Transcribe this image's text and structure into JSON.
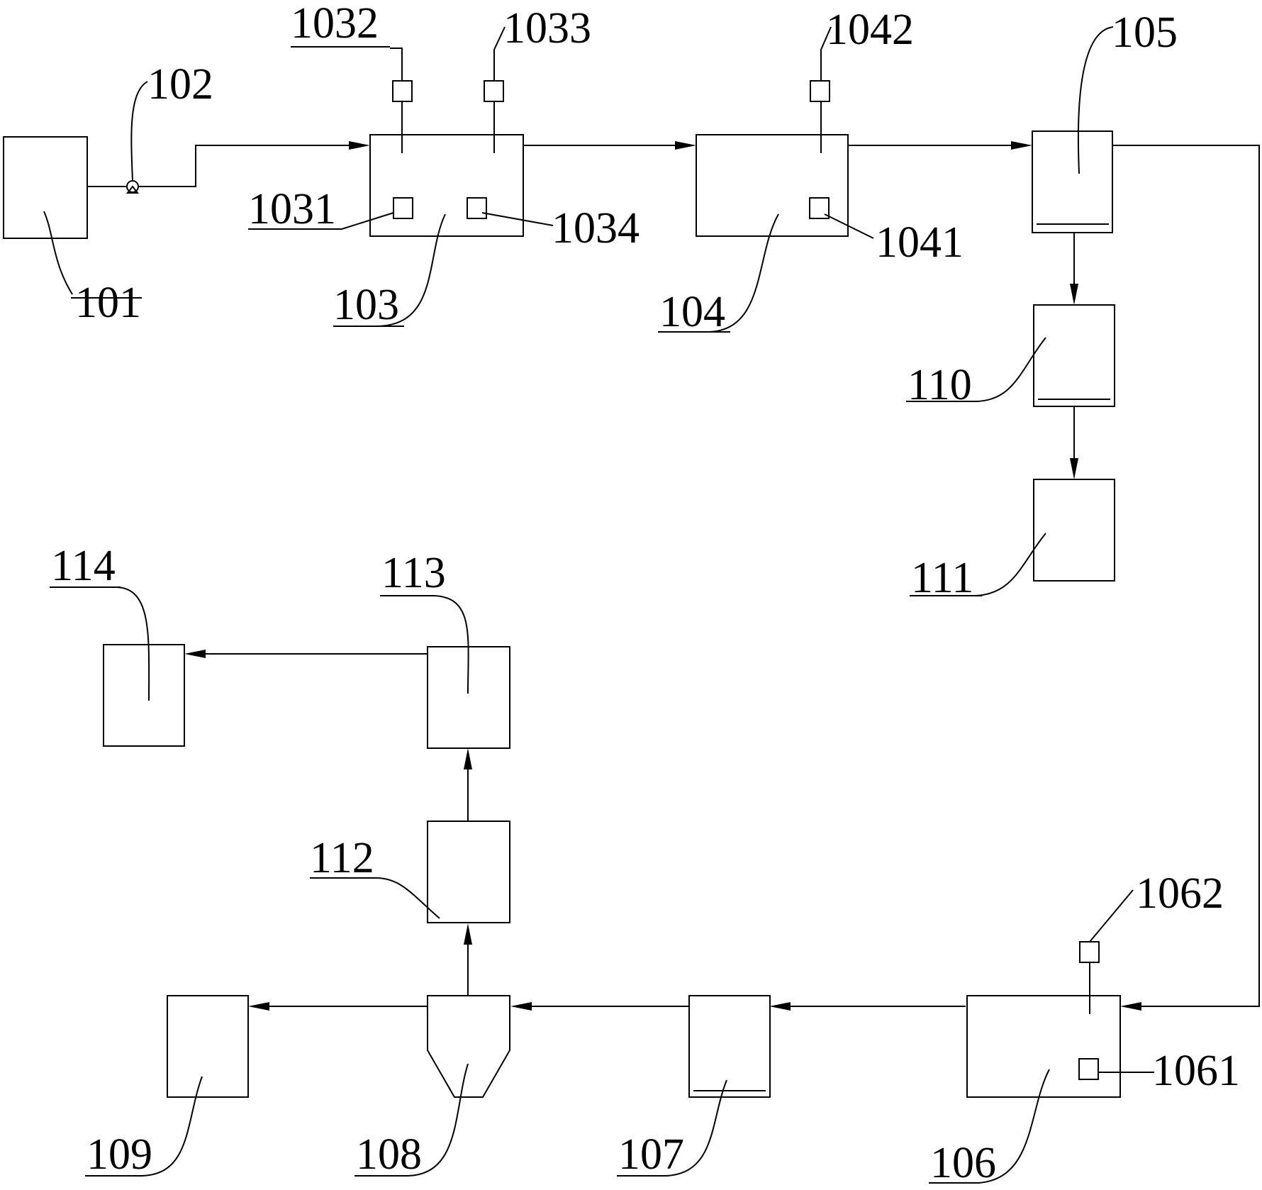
{
  "labels": {
    "n101": "101",
    "n102": "102",
    "n103": "103",
    "n1031": "1031",
    "n1032": "1032",
    "n1033": "1033",
    "n1034": "1034",
    "n104": "104",
    "n1041": "1041",
    "n1042": "1042",
    "n105": "105",
    "n106": "106",
    "n1061": "1061",
    "n1062": "1062",
    "n107": "107",
    "n108": "108",
    "n109": "109",
    "n110": "110",
    "n111": "111",
    "n112": "112",
    "n113": "113",
    "n114": "114"
  },
  "colors": {
    "stroke": "#000000",
    "background": "#ffffff"
  }
}
